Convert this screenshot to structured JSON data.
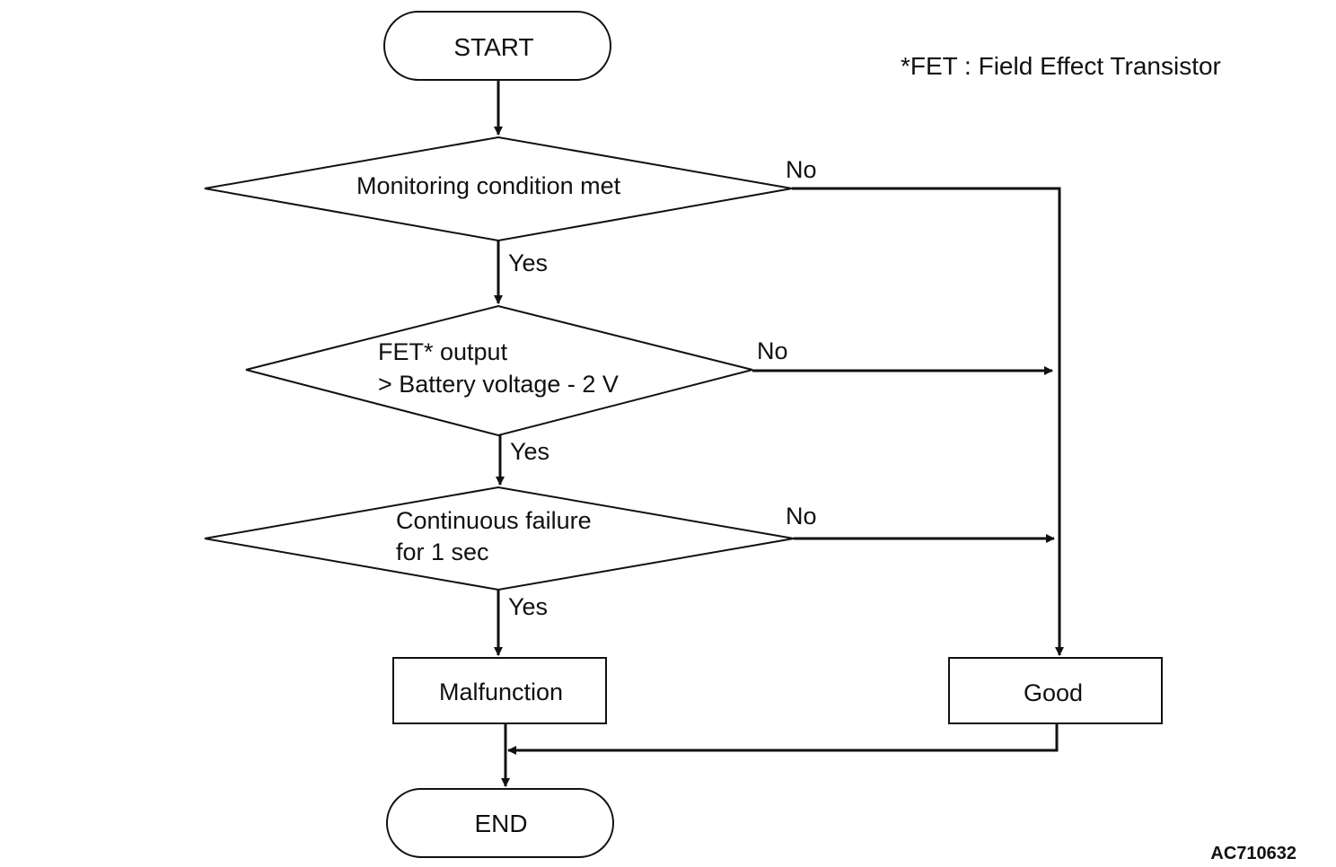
{
  "note": "*FET : Field Effect Transistor",
  "reference_code": "AC710632",
  "start": "START",
  "end": "END",
  "decision1": {
    "line1": "Monitoring condition met",
    "yes": "Yes",
    "no": "No"
  },
  "decision2": {
    "line1": "FET* output",
    "line2": "> Battery voltage - 2 V",
    "yes": "Yes",
    "no": "No"
  },
  "decision3": {
    "line1": "Continuous failure",
    "line2": "for 1 sec",
    "yes": "Yes",
    "no": "No"
  },
  "malfunction": "Malfunction",
  "good": "Good"
}
